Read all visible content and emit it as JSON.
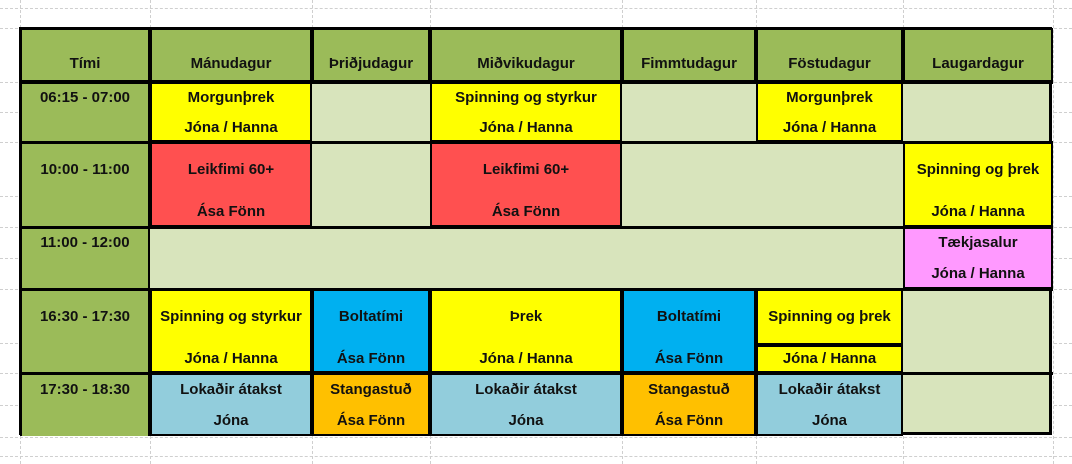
{
  "colors": {
    "header": "#9bbb59",
    "empty": "#d8e4bc",
    "yellow": "#ffff00",
    "red": "#ff5050",
    "blue": "#00b0f0",
    "orange": "#ffc000",
    "lightblue": "#92cddc",
    "pink": "#ff99ff"
  },
  "header": {
    "time": "Tími",
    "days": [
      "Mánudagur",
      "Þriðjudagur",
      "Miðvikudagur",
      "Fimmtudagur",
      "Föstudagur",
      "Laugardagur"
    ]
  },
  "rows": [
    {
      "time": "06:15 - 07:00",
      "cells": [
        {
          "title": "Morgunþrek",
          "instructor": "Jóna / Hanna",
          "color": "yellow"
        },
        null,
        {
          "title": "Spinning og styrkur",
          "instructor": "Jóna / Hanna",
          "color": "yellow"
        },
        null,
        {
          "title": "Morgunþrek",
          "instructor": "Jóna / Hanna",
          "color": "yellow"
        },
        null
      ]
    },
    {
      "time": "10:00 - 11:00",
      "cells": [
        {
          "title": "Leikfimi 60+",
          "instructor": "Ása Fönn",
          "color": "red"
        },
        null,
        {
          "title": "Leikfimi 60+",
          "instructor": "Ása Fönn",
          "color": "red"
        },
        null,
        null,
        {
          "title": "Spinning og þrek",
          "instructor": "Jóna / Hanna",
          "color": "yellow"
        }
      ]
    },
    {
      "time": "11:00 - 12:00",
      "cells": [
        null,
        null,
        null,
        null,
        null,
        {
          "title": "Tækjasalur",
          "instructor": "Jóna / Hanna",
          "color": "pink"
        }
      ]
    },
    {
      "time": "16:30 - 17:30",
      "cells": [
        {
          "title": "Spinning og styrkur",
          "instructor": "Jóna / Hanna",
          "color": "yellow"
        },
        {
          "title": "Boltatími",
          "instructor": "Ása Fönn",
          "color": "blue"
        },
        {
          "title": "Þrek",
          "instructor": "Jóna / Hanna",
          "color": "yellow"
        },
        {
          "title": "Boltatími",
          "instructor": "Ása Fönn",
          "color": "blue"
        },
        {
          "title": "Spinning og þrek",
          "instructor": "Jóna / Hanna",
          "color": "yellow"
        },
        null
      ]
    },
    {
      "time": "17:30 - 18:30",
      "cells": [
        {
          "title": "Lokaðir átakst",
          "instructor": "Jóna",
          "color": "lightblue"
        },
        {
          "title": "Stangastuð",
          "instructor": "Ása Fönn",
          "color": "orange"
        },
        {
          "title": "Lokaðir átakst",
          "instructor": "Jóna",
          "color": "lightblue"
        },
        {
          "title": "Stangastuð",
          "instructor": "Ása Fönn",
          "color": "orange"
        },
        {
          "title": "Lokaðir átakst",
          "instructor": "Jóna",
          "color": "lightblue"
        },
        null
      ]
    }
  ]
}
